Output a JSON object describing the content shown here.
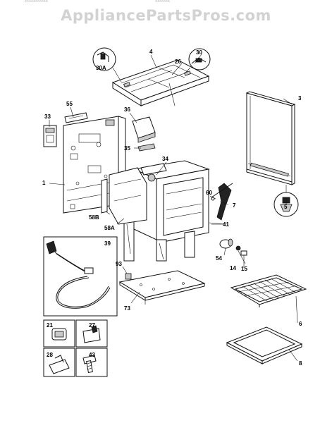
{
  "watermark": "AppliancePartsPros.com",
  "header_fragments": [
    "xxxxxxxxxxx",
    "xxxxxxx"
  ],
  "callouts": [
    "1",
    "3",
    "4",
    "5",
    "6",
    "7",
    "8",
    "14",
    "15",
    "21",
    "26",
    "27",
    "28",
    "30",
    "30A",
    "33",
    "34",
    "35",
    "36",
    "39",
    "41",
    "43",
    "54",
    "55",
    "58A",
    "58B",
    "60",
    "73",
    "93"
  ],
  "labels": {
    "p1": "1",
    "p3": "3",
    "p4": "4",
    "p5": "5",
    "p6": "6",
    "p7": "7",
    "p8": "8",
    "p14": "14",
    "p15": "15",
    "p21": "21",
    "p26": "26",
    "p27": "27",
    "p28": "28",
    "p30": "30",
    "p30a": "30A",
    "p33": "33",
    "p34": "34",
    "p35": "35",
    "p36": "36",
    "p39": "39",
    "p41": "41",
    "p43": "43",
    "p54": "54",
    "p55": "55",
    "p58a": "58A",
    "p58b": "58B",
    "p60": "60",
    "p73": "73",
    "p93": "93"
  }
}
